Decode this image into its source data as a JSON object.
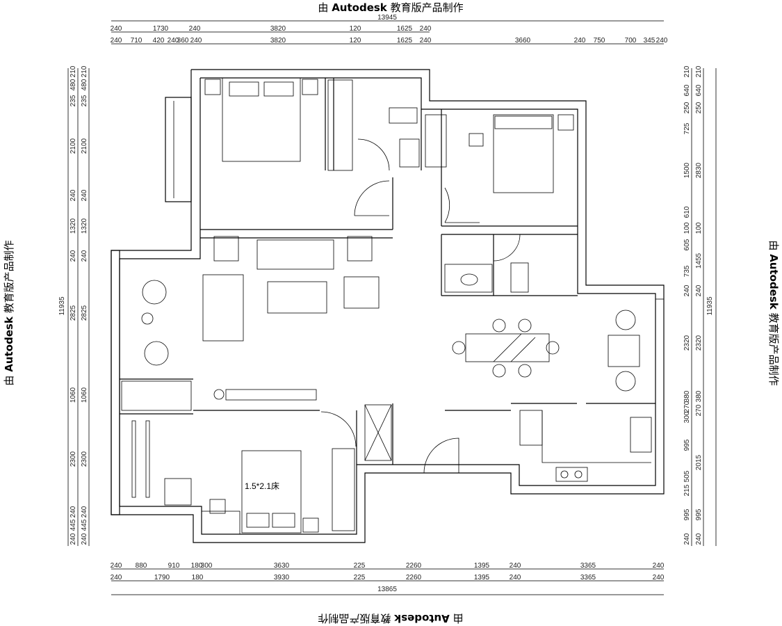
{
  "watermark": {
    "prefix": "由",
    "brand": "Autodesk",
    "suffix": "教育版产品制作"
  },
  "dimensions": {
    "top_total": "13945",
    "top_row1": [
      "240",
      "1730",
      "240",
      "3820",
      "120",
      "1625",
      "240"
    ],
    "top_row2": [
      "240",
      "710",
      "420",
      "240",
      "360",
      "240",
      "3820",
      "120",
      "1625",
      "240",
      "3660",
      "240",
      "750",
      "700",
      "345",
      "240"
    ],
    "bottom_row1": [
      "240",
      "880",
      "910",
      "180",
      "300",
      "3630",
      "225",
      "2260",
      "1395",
      "240",
      "3365",
      "240"
    ],
    "bottom_row2": [
      "240",
      "1790",
      "180",
      "3930",
      "225",
      "2260",
      "1395",
      "240",
      "3365",
      "240"
    ],
    "bottom_total": "13865",
    "left_total": "11935",
    "left_col": [
      "210",
      "480",
      "235",
      "2100",
      "240",
      "1320",
      "240",
      "2825",
      "1060",
      "2300",
      "240",
      "445",
      "240"
    ],
    "right_col1": [
      "210",
      "640",
      "250",
      "725",
      "1500",
      "610",
      "100",
      "605",
      "735",
      "240",
      "2320",
      "380",
      "270",
      "300",
      "995",
      "505",
      "215",
      "995",
      "240"
    ],
    "right_col2": [
      "210",
      "640",
      "250",
      "2830",
      "100",
      "1455",
      "240",
      "2320",
      "380",
      "270",
      "2015",
      "995",
      "240"
    ],
    "right_total": "11935"
  },
  "rooms": {
    "bed_label": "1.5*2.1床"
  }
}
